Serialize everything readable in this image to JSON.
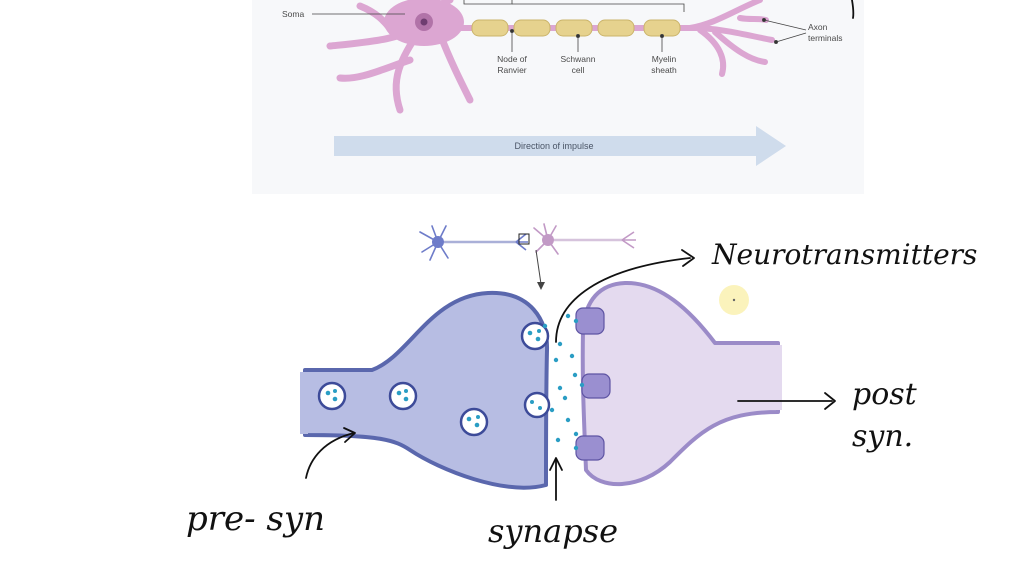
{
  "neuron_panel": {
    "labels": {
      "soma": "Soma",
      "node": [
        "Node of",
        "Ranvier"
      ],
      "schwann": [
        "Schwann",
        "cell"
      ],
      "myelin": [
        "Myelin",
        "sheath"
      ],
      "axon_terminals": [
        "Axon",
        "terminals"
      ]
    },
    "impulse_label": "Direction of impulse"
  },
  "annotations": {
    "neurotransmitters": "Neurotransmitters",
    "post_syn": [
      "post",
      "syn."
    ],
    "pre_syn": "pre- syn",
    "synapse": "synapse"
  },
  "colors": {
    "soma": "#dca6d2",
    "myelin": "#e6d28e",
    "presynaptic": "#b7bde3",
    "presynaptic_outline": "#5a67ad",
    "postsynaptic": "#e4daef",
    "postsynaptic_outline": "#9b8bc8",
    "vesicle_dot": "#2a9dc4",
    "impulse_arrow": "#cfdcec",
    "highlight": "#fbf2b5"
  }
}
